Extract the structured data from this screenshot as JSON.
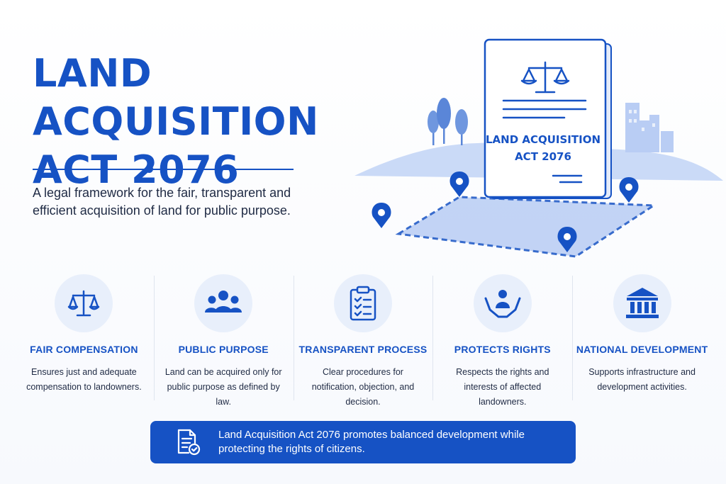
{
  "header": {
    "title_line1": "LAND ACQUISITION",
    "title_line2": "ACT 2076",
    "subtitle": "A legal framework for the fair, transparent and efficient acquisition of land for public purpose."
  },
  "illustration": {
    "document_title_line1": "LAND ACQUISITION",
    "document_title_line2": "ACT 2076",
    "icons": [
      "scales-icon",
      "map-pin-icon",
      "tree-icon",
      "city-buildings-icon"
    ]
  },
  "features": [
    {
      "icon": "scales-icon",
      "title": "FAIR COMPENSATION",
      "description": "Ensures just and adequate compensation to landowners."
    },
    {
      "icon": "people-group-icon",
      "title": "PUBLIC PURPOSE",
      "description": "Land can be acquired only for public purpose as defined by law."
    },
    {
      "icon": "clipboard-checklist-icon",
      "title": "TRANSPARENT PROCESS",
      "description": "Clear procedures for notification, objection, and decision."
    },
    {
      "icon": "hands-person-icon",
      "title": "PROTECTS RIGHTS",
      "description": "Respects the rights and interests of affected landowners."
    },
    {
      "icon": "government-building-icon",
      "title": "NATIONAL DEVELOPMENT",
      "description": "Supports infrastructure and development activities."
    }
  ],
  "banner": {
    "icon": "document-check-icon",
    "text": "Land Acquisition Act 2076 promotes balanced development while protecting the rights of citizens."
  },
  "colors": {
    "primary": "#1652c4",
    "light_blue": "#a9c3f2",
    "icon_background": "#e8effb",
    "text": "#1f2a44"
  }
}
